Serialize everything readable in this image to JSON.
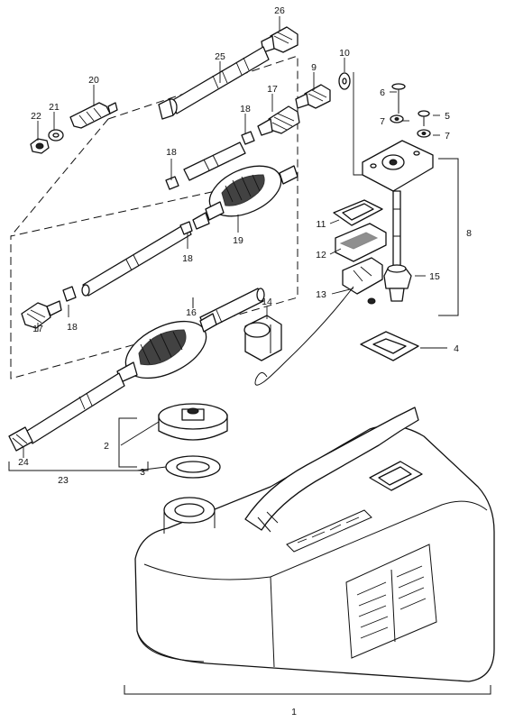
{
  "callouts": [
    {
      "id": "c1",
      "text": "1"
    },
    {
      "id": "c2",
      "text": "2"
    },
    {
      "id": "c3",
      "text": "3"
    },
    {
      "id": "c4",
      "text": "4"
    },
    {
      "id": "c5",
      "text": "5"
    },
    {
      "id": "c6",
      "text": "6"
    },
    {
      "id": "c7a",
      "text": "7"
    },
    {
      "id": "c7b",
      "text": "7"
    },
    {
      "id": "c8",
      "text": "8"
    },
    {
      "id": "c9",
      "text": "9"
    },
    {
      "id": "c10",
      "text": "10"
    },
    {
      "id": "c11",
      "text": "11"
    },
    {
      "id": "c12",
      "text": "12"
    },
    {
      "id": "c13",
      "text": "13"
    },
    {
      "id": "c14",
      "text": "14"
    },
    {
      "id": "c15",
      "text": "15"
    },
    {
      "id": "c16",
      "text": "16"
    },
    {
      "id": "c17a",
      "text": "17"
    },
    {
      "id": "c17b",
      "text": "17"
    },
    {
      "id": "c18a",
      "text": "18"
    },
    {
      "id": "c18b",
      "text": "18"
    },
    {
      "id": "c18c",
      "text": "18"
    },
    {
      "id": "c18d",
      "text": "18"
    },
    {
      "id": "c19",
      "text": "19"
    },
    {
      "id": "c20",
      "text": "20"
    },
    {
      "id": "c21",
      "text": "21"
    },
    {
      "id": "c22",
      "text": "22"
    },
    {
      "id": "c23",
      "text": "23"
    },
    {
      "id": "c24",
      "text": "24"
    },
    {
      "id": "c25",
      "text": "25"
    },
    {
      "id": "c26",
      "text": "26"
    }
  ]
}
